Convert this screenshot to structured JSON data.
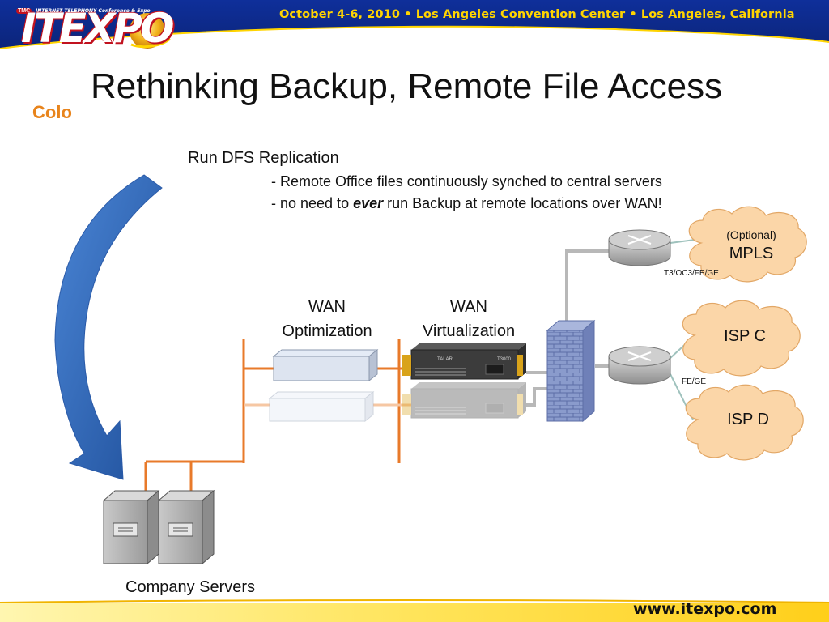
{
  "header": {
    "logo_text": "ITEXPO",
    "logo_tag": "INTERNET TELEPHONY Conference & Expo",
    "logo_badge": "TMC",
    "event_info": "October 4-6, 2010  •  Los Angeles Convention Center  •  Los Angeles, California"
  },
  "slide": {
    "title": "Rethinking Backup, Remote File Access",
    "section_label": "Colo",
    "heading": "Run DFS Replication",
    "bullets": [
      "- Remote Office files continuously synched to central servers",
      "- no need to ",
      "ever",
      " run Backup at remote locations over WAN!"
    ]
  },
  "diagram": {
    "wan_optimization_label": [
      "WAN",
      "Optimization"
    ],
    "wan_virtualization_label": [
      "WAN",
      "Virtualization"
    ],
    "clouds": {
      "mpls_optional": "(Optional)",
      "mpls": "MPLS",
      "isp_c": "ISP C",
      "isp_d": "ISP D"
    },
    "link_labels": {
      "top_link": "T3/OC3/FE/GE",
      "bottom_link": "FE/GE"
    },
    "servers_label": "Company Servers",
    "appliance_brand": "TALARI",
    "appliance_model": "T3000"
  },
  "footer": {
    "url": "www.itexpo.com"
  },
  "colors": {
    "banner_blue": "#0b2a8c",
    "accent_yellow": "#ffd400",
    "colo_orange": "#e8841c",
    "bus_orange": "#e87a2a",
    "cloud_fill": "#fbd6a8",
    "arrow_blue": "#2f62b3"
  }
}
